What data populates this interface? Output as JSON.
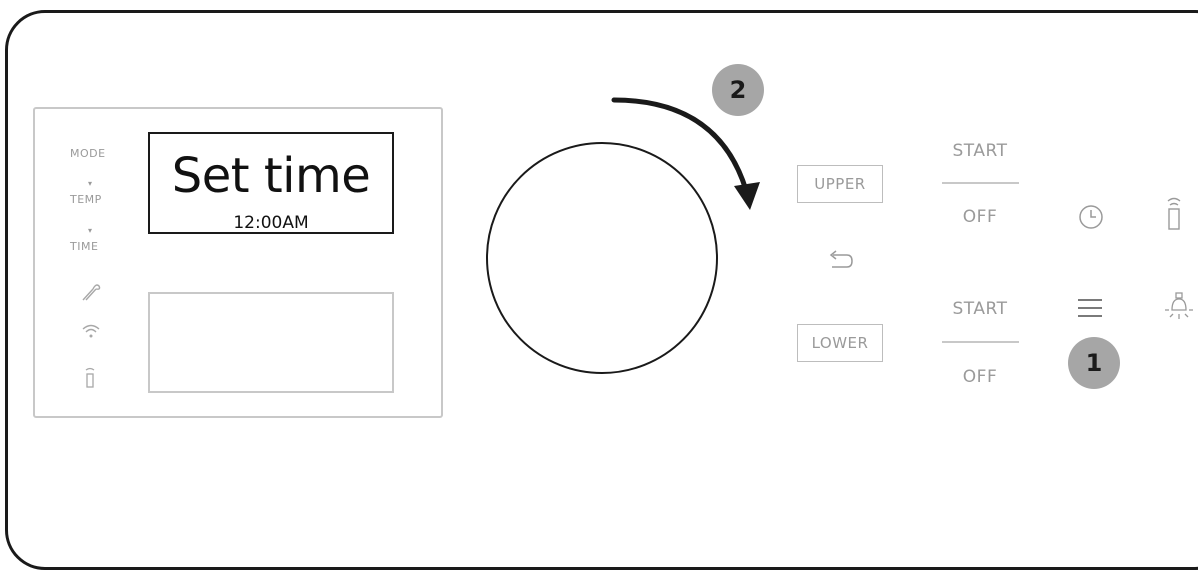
{
  "display": {
    "indicators": [
      "MODE",
      "TEMP",
      "TIME"
    ],
    "screen_title": "Set time",
    "screen_time": "12:00AM",
    "indicator_icons": [
      "probe-icon",
      "wifi-icon",
      "remote-icon"
    ]
  },
  "dial": {
    "rotation": "clockwise",
    "icon": "rotation-arrow-icon"
  },
  "buttons": {
    "upper": "UPPER",
    "lower": "LOWER",
    "back_icon": "back-arrow-icon",
    "upper_start": "START",
    "upper_off": "OFF",
    "lower_start": "START",
    "lower_off": "OFF",
    "right_icons": [
      "clock-icon",
      "remote-icon",
      "menu-icon",
      "light-icon"
    ]
  },
  "callouts": [
    "1",
    "2"
  ],
  "colors": {
    "outline": "#1a1a1a",
    "muted": "#9a9a9a",
    "callout": "#a6a6a6"
  }
}
